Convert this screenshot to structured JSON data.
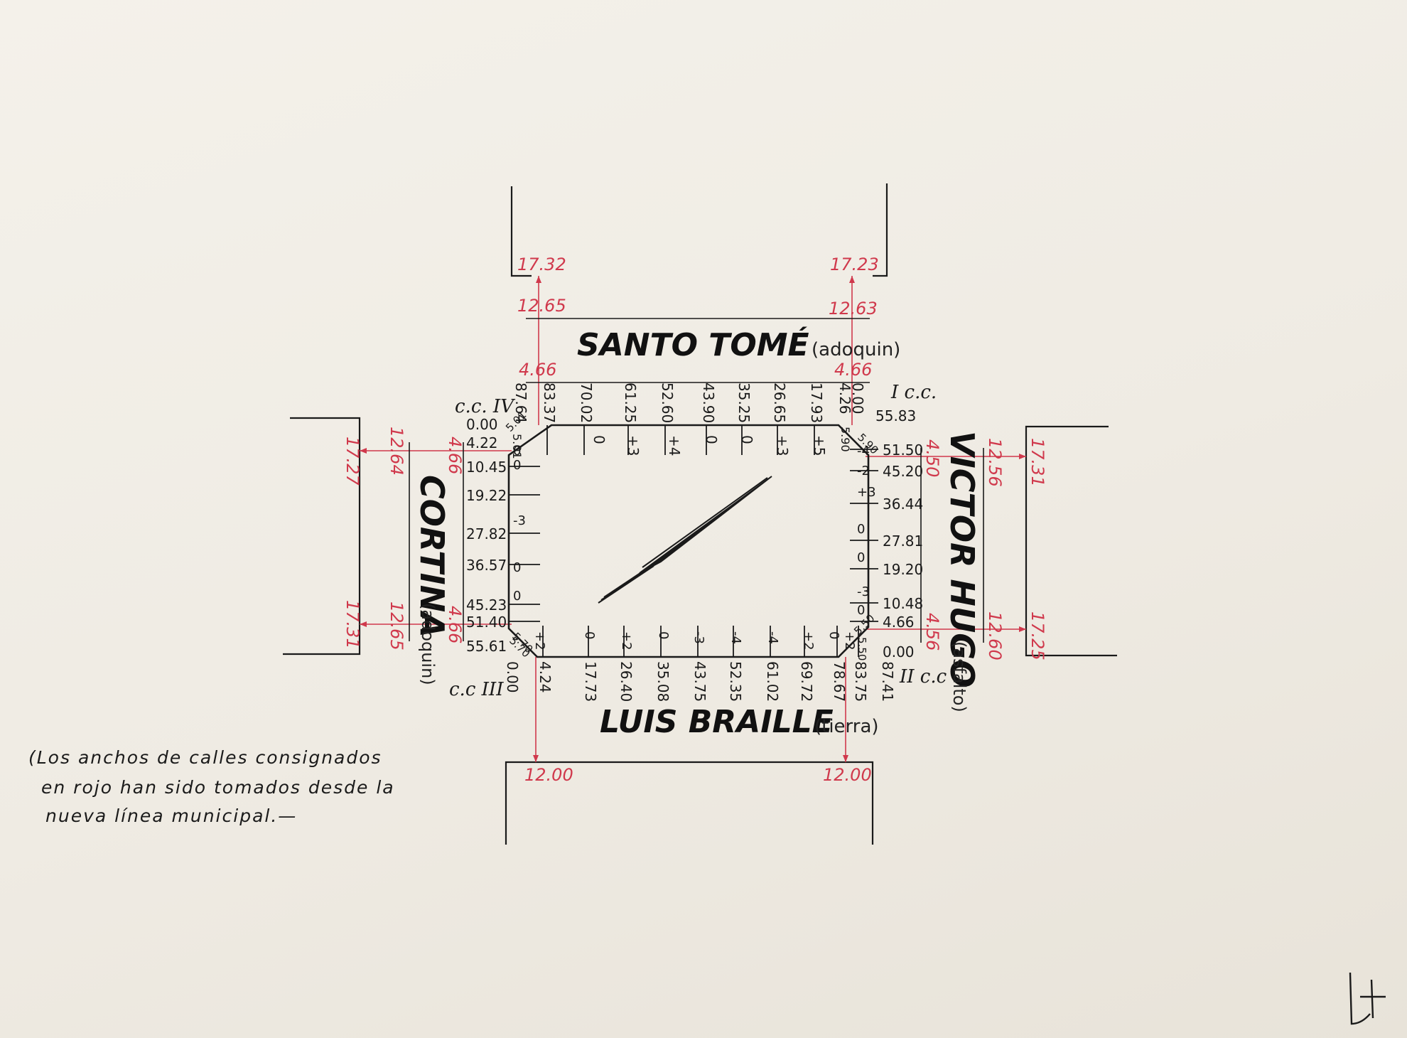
{
  "streets": {
    "top": {
      "name": "SANTO TOMÉ",
      "surface": "(adoquin)"
    },
    "right": {
      "name": "VICTOR HUGO",
      "surface": "(asfalto)"
    },
    "bottom": {
      "name": "LUIS BRAILLE",
      "surface": "(tierra)"
    },
    "left": {
      "name": "CORTINA",
      "surface": "(adoquin)"
    }
  },
  "corners": {
    "I": {
      "label": "I c.c."
    },
    "II": {
      "label": "II c.c"
    },
    "III": {
      "label": "c.c III"
    },
    "IV": {
      "label": "c.c. IV"
    }
  },
  "top_side": {
    "measures": [
      "87.64",
      "83.37",
      "70.02",
      "61.25",
      "52.60",
      "43.90",
      "35.25",
      "26.65",
      "17.93",
      "4.26",
      "0.00"
    ],
    "deviations": [
      "0",
      "+3",
      "+4",
      "0",
      "0",
      "+3",
      "+5"
    ],
    "corner_marks": [
      "5.01",
      "5.90"
    ]
  },
  "right_side": {
    "measures": [
      "55.83",
      "51.50",
      "45.20",
      "36.44",
      "27.81",
      "19.20",
      "10.48",
      "4.66",
      "0.00"
    ],
    "deviations": [
      "-4",
      "-2",
      "+3",
      "0",
      "0",
      "-3",
      "0"
    ],
    "corner_marks": [
      "5.90",
      "5.50"
    ]
  },
  "bottom_side": {
    "measures": [
      "0.00",
      "4.24",
      "17.73",
      "26.40",
      "35.08",
      "43.75",
      "52.35",
      "61.02",
      "69.72",
      "78.67",
      "83.75",
      "87.41"
    ],
    "deviations": [
      "+2",
      "0",
      "+2",
      "0",
      "-3",
      "-4",
      "-4",
      "+2",
      "0",
      "+2"
    ],
    "corner_marks": [
      "5.70",
      "5.50"
    ]
  },
  "left_side": {
    "measures": [
      "0.00",
      "4.22",
      "10.45",
      "19.22",
      "27.82",
      "36.57",
      "45.23",
      "51.40",
      "55.61"
    ],
    "deviations": [
      "0",
      "0",
      "-3",
      "0",
      "0"
    ],
    "corner_marks": [
      "5.01",
      "5.70"
    ]
  },
  "street_widths": {
    "top": {
      "outer_left": "17.32",
      "outer_right": "17.23",
      "mid_left": "12.65",
      "mid_right": "12.63",
      "inner_left": "4.66",
      "inner_right": "4.66"
    },
    "right": {
      "outer_top": "17.31",
      "outer_bottom": "17.25",
      "mid_top": "12.56",
      "mid_bottom": "12.60",
      "inner_top": "4.50",
      "inner_bottom": "4.56"
    },
    "bottom": {
      "outer_left": "12.00",
      "outer_right": "12.00"
    },
    "left": {
      "outer_top": "17.27",
      "outer_bottom": "17.31",
      "mid_top": "12.64",
      "mid_bottom": "12.65",
      "inner_top": "4.66",
      "inner_bottom": "4.66"
    }
  },
  "note": {
    "line1": "(Los anchos de calles consignados",
    "line2": "en rojo han sido tomados desde la",
    "line3": "nueva línea municipal.—"
  },
  "colors": {
    "ink": "#1a1a1a",
    "red_ink": "#d0394c",
    "paper": "#f1ede5"
  }
}
